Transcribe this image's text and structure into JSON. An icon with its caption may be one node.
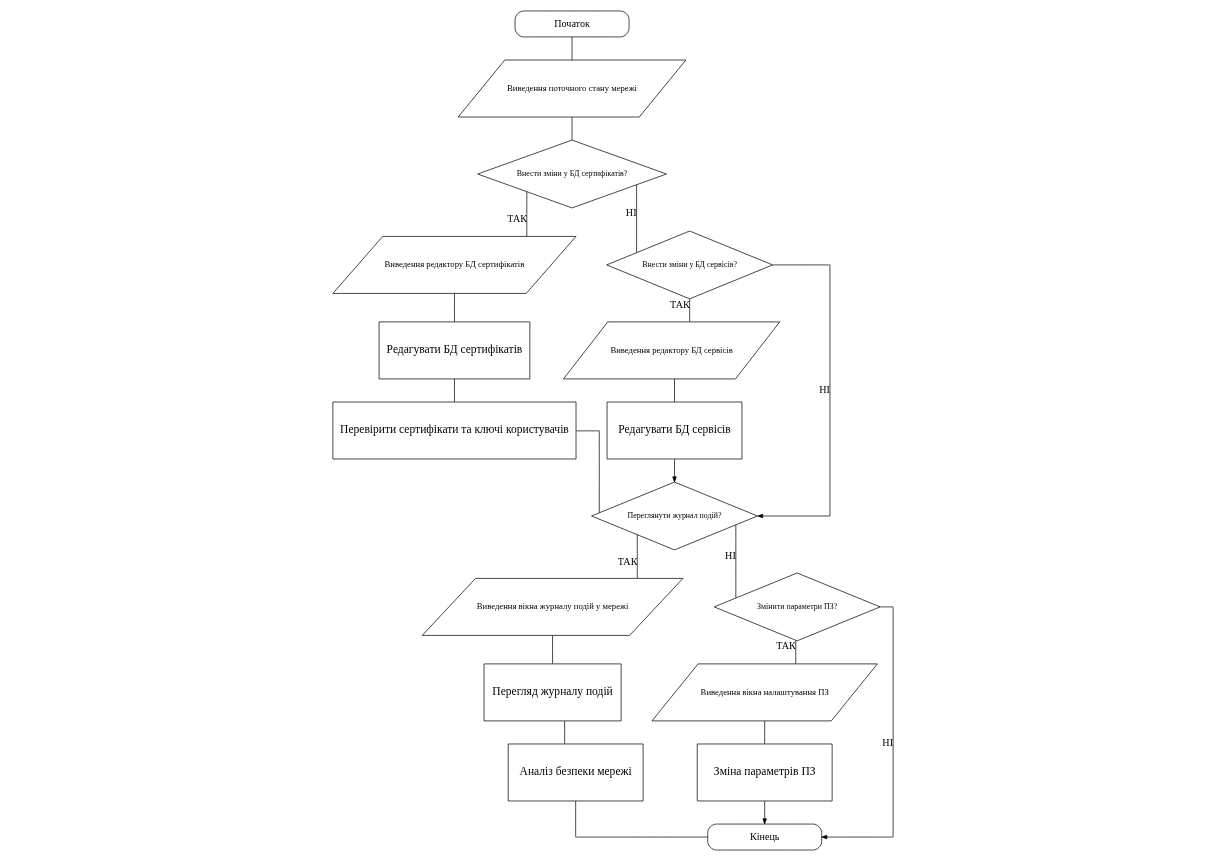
{
  "diagram": {
    "nodes": [
      {
        "text": [
          "Початок"
        ]
      },
      {
        "text": [
          "Виведення поточного стану мережі"
        ]
      },
      {
        "text": [
          "Внести зміни у БД сертифікатів?"
        ]
      },
      {
        "text": [
          "Виведення редактору БД сертифікатів"
        ]
      },
      {
        "text": [
          "Редагувати БД сертифікатів"
        ]
      },
      {
        "text": [
          "Перевірити сертифікати та ключі користувачів"
        ]
      },
      {
        "text": [
          "Внести зміни у БД сервісів?"
        ]
      },
      {
        "text": [
          "Виведення редактору БД сервісів"
        ]
      },
      {
        "text": [
          "Редагувати БД сервісів"
        ]
      },
      {
        "text": [
          "Переглянути журнал подій?"
        ]
      },
      {
        "text": [
          "Виведення вікна журналу подій у мережі"
        ]
      },
      {
        "text": [
          "Перегляд журналу подій"
        ]
      },
      {
        "text": [
          "Аналіз безпеки мережі"
        ]
      },
      {
        "text": [
          "Змінити параметри ПЗ?"
        ]
      },
      {
        "text": [
          "Виведення вікна налаштування ПЗ"
        ]
      },
      {
        "text": [
          "Зміна параметрів ПЗ"
        ]
      },
      {
        "text": [
          "Кінець"
        ]
      }
    ],
    "edges": [
      {
        "from": 0,
        "to": 1,
        "arrow": "none"
      },
      {
        "from": 1,
        "to": 2,
        "arrow": "none"
      },
      {
        "from": 2,
        "to": 3,
        "arrow": "none",
        "label": "ТАК"
      },
      {
        "from": 2,
        "to": 6,
        "arrow": "none",
        "label": "НІ"
      },
      {
        "from": 3,
        "to": 4,
        "arrow": "none"
      },
      {
        "from": 4,
        "to": 5,
        "arrow": "none"
      },
      {
        "from": 6,
        "to": 7,
        "arrow": "none",
        "label": "ТАК"
      },
      {
        "from": 7,
        "to": 8,
        "arrow": "none"
      },
      {
        "from": 6,
        "to": 9,
        "arrow": "to",
        "label": "НІ"
      },
      {
        "from": 8,
        "to": 9,
        "arrow": "to"
      },
      {
        "from": 5,
        "to": 9,
        "arrow": "none"
      },
      {
        "from": 9,
        "to": 10,
        "arrow": "none",
        "label": "ТАК"
      },
      {
        "from": 9,
        "to": 13,
        "arrow": "none",
        "label": "НІ"
      },
      {
        "from": 10,
        "to": 11,
        "arrow": "none"
      },
      {
        "from": 11,
        "to": 12,
        "arrow": "none"
      },
      {
        "from": 13,
        "to": 14,
        "arrow": "none",
        "label": "ТАК"
      },
      {
        "from": 14,
        "to": 15,
        "arrow": "none"
      },
      {
        "from": 15,
        "to": 16,
        "arrow": "to"
      },
      {
        "from": 13,
        "to": 16,
        "arrow": "to",
        "label": "НІ"
      },
      {
        "from": 12,
        "to": 16,
        "arrow": "none"
      }
    ]
  }
}
